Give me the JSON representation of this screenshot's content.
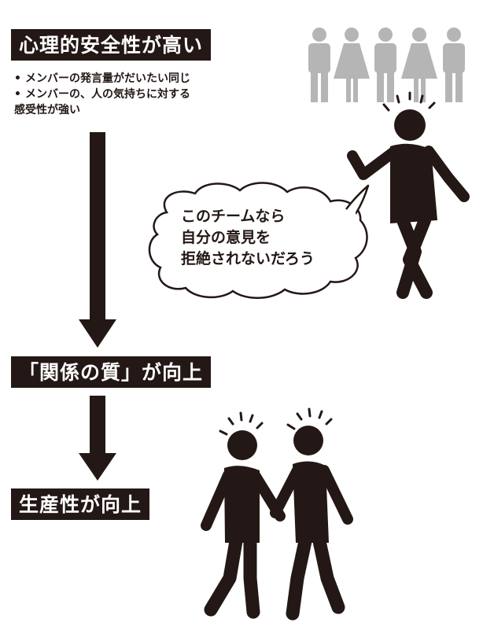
{
  "heading_high_safety": "心理的安全性が高い",
  "bullets": [
    "メンバーの発言量がだいたい同じ",
    [
      "メンバーの、人の気持ちに対する",
      "感受性が強い"
    ]
  ],
  "speech_bubble": [
    "このチームなら",
    "自分の意見を",
    "拒絶されないだろう"
  ],
  "heading_relationship": "「関係の質」が向上",
  "heading_productivity": "生産性が向上",
  "colors": {
    "ink": "#231815",
    "gray_figures": "#b5b5b6",
    "background": "#ffffff"
  }
}
